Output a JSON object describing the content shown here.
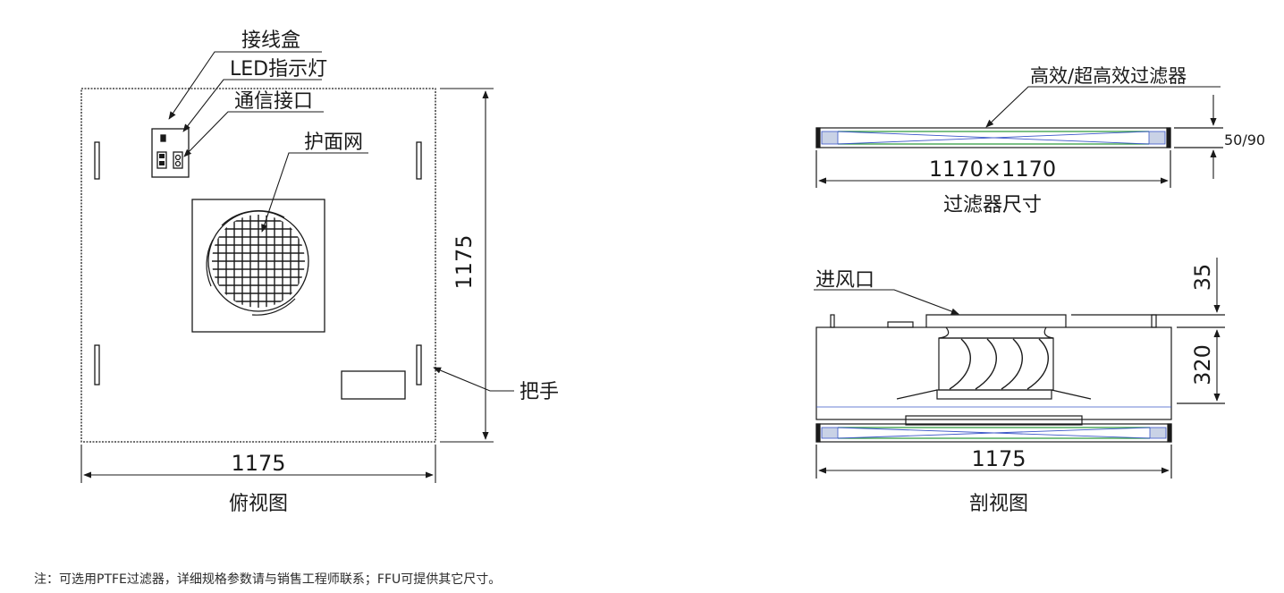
{
  "top_view": {
    "caption": "俯视图",
    "width_dim": "1175",
    "height_dim": "1175",
    "callouts": {
      "junction_box": "接线盒",
      "led": "LED指示灯",
      "comm_port": "通信接口",
      "guard_mesh": "护面网",
      "handle": "把手"
    }
  },
  "filter_view": {
    "callout": "高效/超高效过滤器",
    "size_dim": "1170×1170",
    "caption": "过滤器尺寸",
    "thickness_dim": "50/90"
  },
  "section_view": {
    "caption": "剖视图",
    "inlet": "进风口",
    "width_dim": "1175",
    "inlet_height_dim": "35",
    "body_height_dim": "320"
  },
  "note": "注：可选用PTFE过滤器，详细规格参数请与销售工程师联系；FFU可提供其它尺寸。",
  "colors": {
    "line": "#1a1a1a",
    "filter_green": "#2e9a3e",
    "filter_blue": "#3a56c8"
  }
}
